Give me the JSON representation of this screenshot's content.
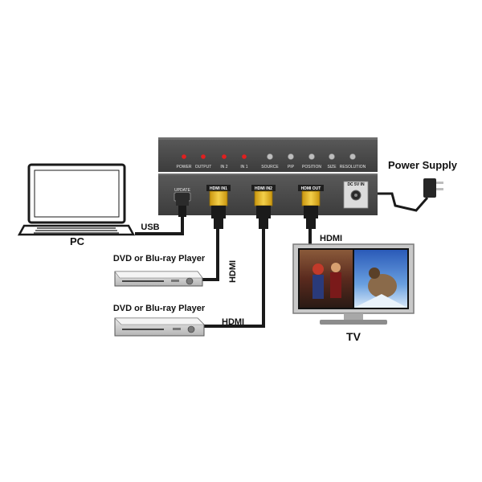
{
  "device": {
    "front_panel": {
      "leds": [
        {
          "label": "POWER"
        },
        {
          "label": "OUTPUT"
        },
        {
          "label": "IN 2"
        },
        {
          "label": "IN 1"
        }
      ],
      "buttons": [
        {
          "label": "SOURCE"
        },
        {
          "label": "PIP"
        },
        {
          "label": "POSITION"
        },
        {
          "label": "SIZE"
        },
        {
          "label": "RESOLUTION"
        }
      ],
      "led_color": "#e02020"
    },
    "rear_panel": {
      "update_label": "UPDATE",
      "hdmi_in1_label": "HDMI IN1",
      "hdmi_in2_label": "HDMI IN2",
      "hdmi_out_label": "HDMI OUT",
      "dc_label": "DC 5V IN"
    }
  },
  "labels": {
    "power_supply": "Power Supply",
    "pc": "PC",
    "usb": "USB",
    "hdmi_in1_cable": "HDMI",
    "hdmi_in2_cable": "HDMI",
    "hdmi_out_cable": "HDMI",
    "dvd1": "DVD or Blu-ray Player",
    "dvd2": "DVD or Blu-ray Player",
    "tv": "TV"
  },
  "colors": {
    "panel": "#4a4a4a",
    "hdmi_connector": "#e7b71a",
    "cable": "#1a1a1a"
  }
}
